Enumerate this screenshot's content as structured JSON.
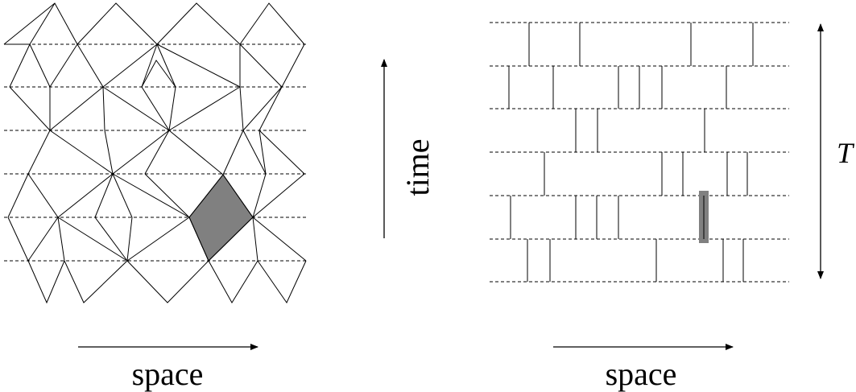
{
  "left_panel": {
    "x_axis_label": "space",
    "y_axis_label": "time"
  },
  "right_panel": {
    "x_axis_label": "space",
    "period_label": "T"
  },
  "colors": {
    "line": "#000000",
    "shaded_cell": "#808080",
    "highlight_bar": "#808080"
  }
}
